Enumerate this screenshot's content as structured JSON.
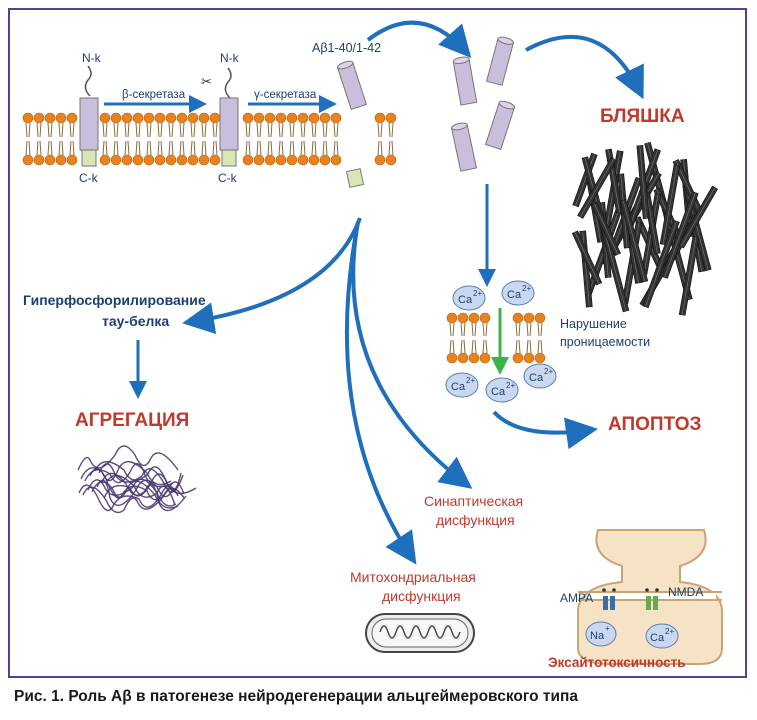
{
  "labels": {
    "nk": "N-k",
    "ck": "C-k",
    "beta_secretase": "β-секретаза",
    "gamma_secretase": "γ-секретаза",
    "abeta": "Aβ1-40/1-42",
    "plaque": "БЛЯШКА",
    "hyperphos_line1": "Гиперфосфорилирование",
    "hyperphos_line2": "тау-белка",
    "aggregation": "АГРЕГАЦИЯ",
    "ca": "Ca",
    "charge": "2+",
    "permeability_line1": "Нарушение",
    "permeability_line2": "проницаемости",
    "apoptosis": "АПОПТОЗ",
    "synaptic_line1": "Синаптическая",
    "synaptic_line2": "дисфункция",
    "mito_line1": "Митохондриальная",
    "mito_line2": "дисфункция",
    "ampa": "AMPA",
    "nmda": "NMDA",
    "na": "Na",
    "na_charge": "+",
    "excitotoxicity": "Эксайтотоксичность"
  },
  "caption": "Рис. 1. Роль Aβ в патогенезе нейродегенерации альцгеймеровского типа",
  "colors": {
    "frame": "#5b3f8f",
    "arrow": "#1f6fbd",
    "lipid_head": "#e8821e",
    "protein": "#c9bedb",
    "fragment": "#d8e6b5",
    "red_text": "#c0392b",
    "blue_text": "#1d3f73",
    "green_arrow": "#3ab54a",
    "ca_bubble": "#c9d8ee",
    "plaque": "#333333",
    "tangle": "#4a3672"
  }
}
